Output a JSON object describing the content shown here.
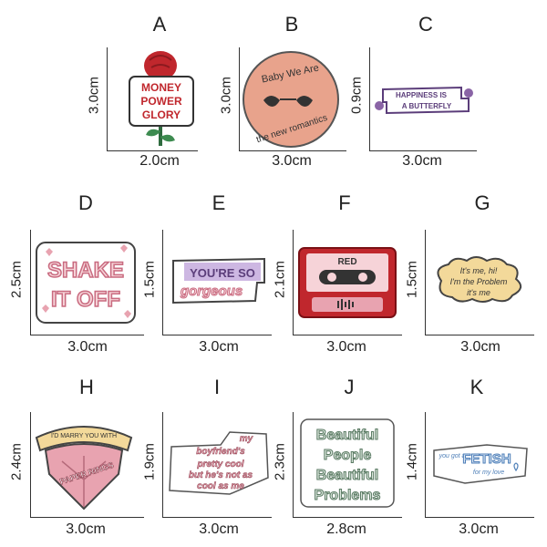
{
  "pins": [
    {
      "letter": "A",
      "width": "2.0cm",
      "height": "3.0cm",
      "text": [
        "MONEY",
        "POWER",
        "GLORY"
      ]
    },
    {
      "letter": "B",
      "width": "3.0cm",
      "height": "3.0cm",
      "text": [
        "Baby We Are",
        "the new romantics"
      ]
    },
    {
      "letter": "C",
      "width": "3.0cm",
      "height": "0.9cm",
      "text": [
        "HAPPINESS IS",
        "A BUTTERFLY"
      ]
    },
    {
      "letter": "D",
      "width": "3.0cm",
      "height": "2.5cm",
      "text": [
        "SHAKE",
        "IT OFF"
      ]
    },
    {
      "letter": "E",
      "width": "3.0cm",
      "height": "1.5cm",
      "text": [
        "YOU'RE SO",
        "gorgeous"
      ]
    },
    {
      "letter": "F",
      "width": "3.0cm",
      "height": "2.1cm",
      "text": [
        "RED"
      ]
    },
    {
      "letter": "G",
      "width": "3.0cm",
      "height": "1.5cm",
      "text": [
        "It's me, hi!",
        "I'm the Problem",
        "it's me"
      ]
    },
    {
      "letter": "H",
      "width": "3.0cm",
      "height": "2.4cm",
      "text": [
        "I'D MARRY YOU WITH",
        "PAPER RINGS"
      ]
    },
    {
      "letter": "I",
      "width": "3.0cm",
      "height": "1.9cm",
      "text": [
        "my",
        "boyfriend's",
        "pretty cool",
        "but he's not as",
        "cool as me"
      ]
    },
    {
      "letter": "J",
      "width": "2.8cm",
      "height": "2.3cm",
      "text": [
        "Beautiful",
        "People",
        "Beautiful",
        "Problems"
      ]
    },
    {
      "letter": "K",
      "width": "3.0cm",
      "height": "1.4cm",
      "text": [
        "you got a",
        "FETISH",
        "for my love"
      ]
    }
  ],
  "colors": {
    "pink": "#e8a3b0",
    "lightpink": "#f6d3d8",
    "purple": "#b39ddb",
    "red": "#c0272d",
    "blue": "#4e7fb8",
    "peach": "#e8a38c",
    "yellow": "#f3d99a",
    "green": "#9ab7a1"
  }
}
